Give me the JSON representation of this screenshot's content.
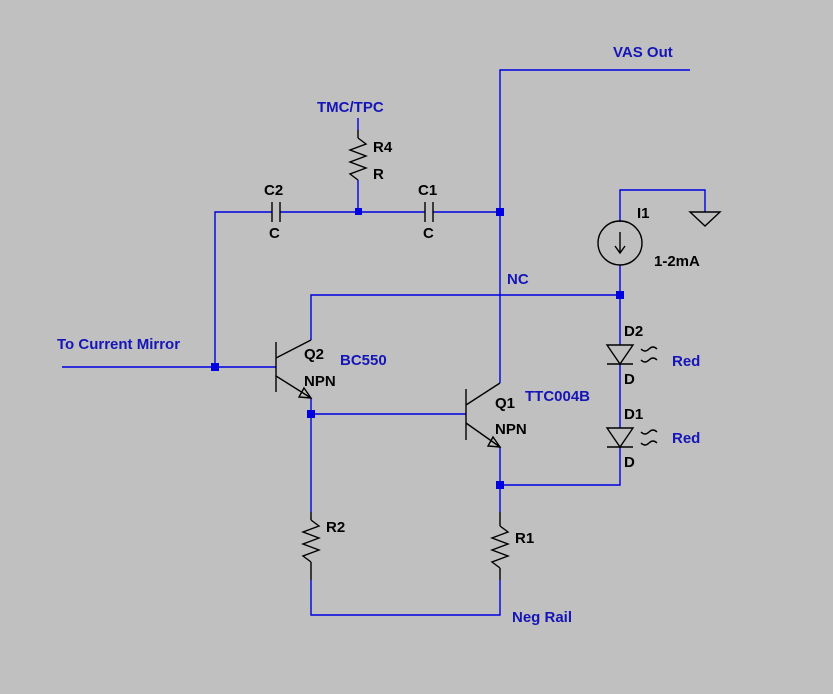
{
  "colors": {
    "background": "#c0c0c0",
    "wire": "#0000e0",
    "net_label": "#1515b8",
    "component": "#000000"
  },
  "nets": {
    "vas_out": "VAS Out",
    "tmc_tpc": "TMC/TPC",
    "to_current_mirror": "To Current Mirror",
    "nc": "NC",
    "neg_rail": "Neg Rail"
  },
  "components": {
    "r4": {
      "ref": "R4",
      "value": "R"
    },
    "c2": {
      "ref": "C2",
      "value": "C"
    },
    "c1": {
      "ref": "C1",
      "value": "C"
    },
    "i1": {
      "ref": "I1",
      "value": "1-2mA"
    },
    "q2": {
      "ref": "Q2",
      "type": "NPN",
      "part": "BC550"
    },
    "q1": {
      "ref": "Q1",
      "type": "NPN",
      "part": "TTC004B"
    },
    "d2": {
      "ref": "D2",
      "value": "D",
      "color": "Red"
    },
    "d1": {
      "ref": "D1",
      "value": "D",
      "color": "Red"
    },
    "r2": {
      "ref": "R2"
    },
    "r1": {
      "ref": "R1"
    }
  }
}
